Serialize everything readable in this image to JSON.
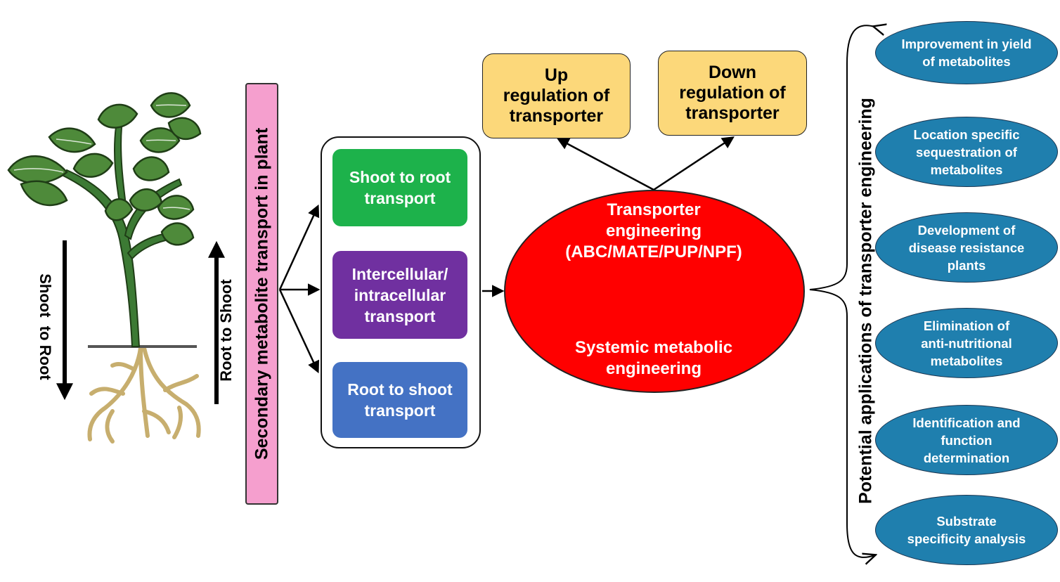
{
  "plant": {
    "left_arrow_label": "Shoot  to Root",
    "right_arrow_label": "Root to Shoot"
  },
  "secondary_bar": {
    "label": "Secondary metabolite transport in plant"
  },
  "transport_types": [
    {
      "label": "Shoot to root\ntransport",
      "color": "#1db24b"
    },
    {
      "label": "Intercellular/\nintracellular\ntransport",
      "color": "#7030a0"
    },
    {
      "label": "Root to shoot\ntransport",
      "color": "#4472c4"
    }
  ],
  "regulation": {
    "up": "Up\nregulation of\ntransporter",
    "down": "Down\nregulation of\ntransporter"
  },
  "engineering": {
    "top": "Transporter\nengineering\n(ABC/MATE/PUP/NPF)",
    "bottom": "Systemic metabolic\nengineering"
  },
  "applications": {
    "title": "Potential applications of transporter engineering",
    "items": [
      "Improvement in yield\nof metabolites",
      "Location specific\nsequestration of\nmetabolites",
      "Development of\ndisease resistance\nplants",
      "Elimination of\nanti-nutritional\nmetabolites",
      "Identification and\nfunction\ndetermination",
      "Substrate\nspecificity analysis"
    ]
  },
  "colors": {
    "leaf": "#4e8a3a",
    "stem": "#3c7a34",
    "root": "#c7ae6e",
    "pink": "#f59fce",
    "yellow": "#fcd87a",
    "red": "#ff0000",
    "blue_ellipse": "#1f7fae",
    "orange_arrow": "#f5b100"
  }
}
